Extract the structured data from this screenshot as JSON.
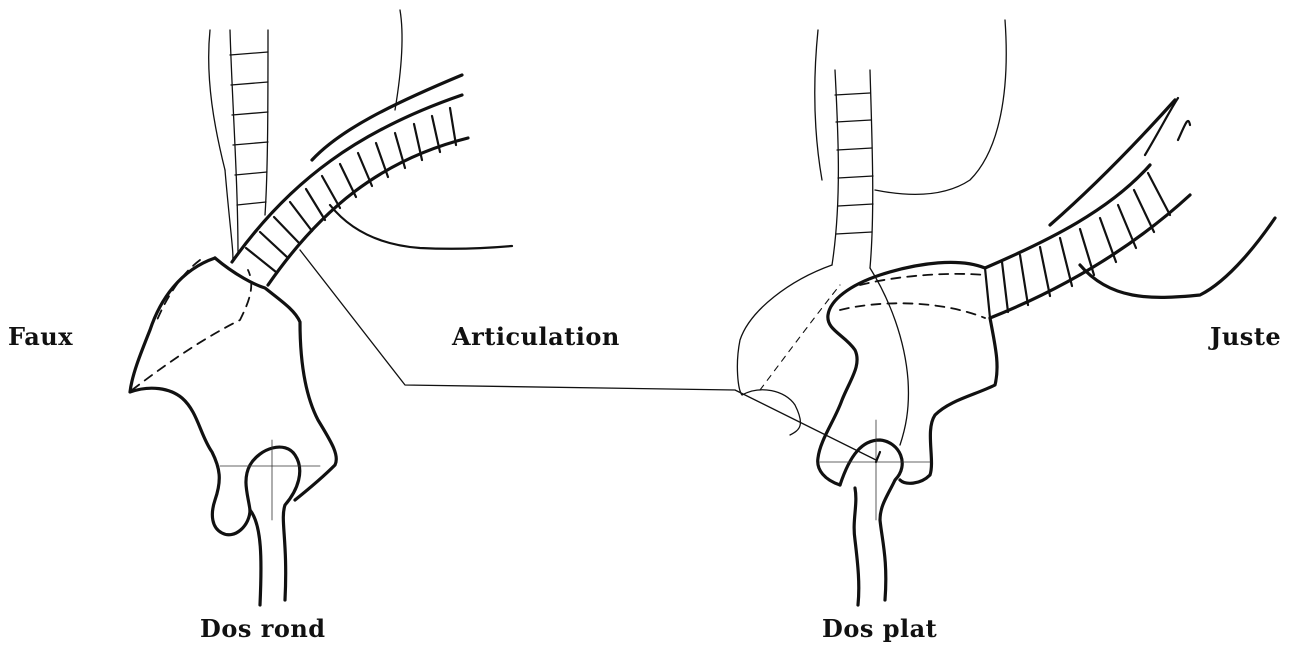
{
  "labels": {
    "left_side": "Faux",
    "right_side": "Juste",
    "center": "Articulation",
    "left_caption": "Dos rond",
    "right_caption": "Dos plat"
  },
  "colors": {
    "ink": "#111111",
    "background": "#ffffff"
  }
}
